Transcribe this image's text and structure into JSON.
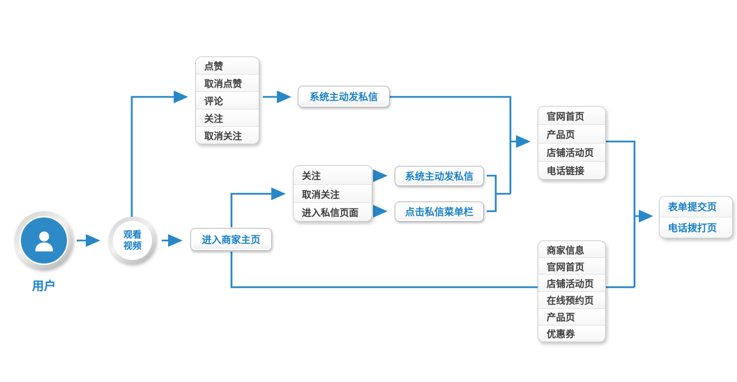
{
  "colors": {
    "line_blue": "#2787c8",
    "text_blue": "#1a7fc4",
    "text_dark": "#3d3d3d",
    "icon_circle_blue": "#2e8ac6"
  },
  "nodes": {
    "user": {
      "label": "用户"
    },
    "watch_video": {
      "lines": [
        "观看",
        "视频"
      ]
    },
    "enter_merchant_home": {
      "label": "进入商家主页"
    },
    "system_dm_top": {
      "label": "系统主动发私信"
    },
    "system_dm_mid": {
      "label": "系统主动发私信"
    },
    "click_dm_menu": {
      "label": "点击私信菜单栏"
    }
  },
  "lists": {
    "video_actions": [
      "点赞",
      "取消点赞",
      "评论",
      "关注",
      "取消关注"
    ],
    "merchant_actions": [
      "关注",
      "取消关注",
      "进入私信页面"
    ],
    "landing_pages": [
      "官网首页",
      "产品页",
      "店铺活动页",
      "电话链接"
    ],
    "merchant_home_pages": [
      "商家信息",
      "官网首页",
      "店铺活动页",
      "在线预约页",
      "产品页",
      "优惠券"
    ],
    "conversion_pages": [
      "表单提交页",
      "电话拨打页"
    ]
  }
}
